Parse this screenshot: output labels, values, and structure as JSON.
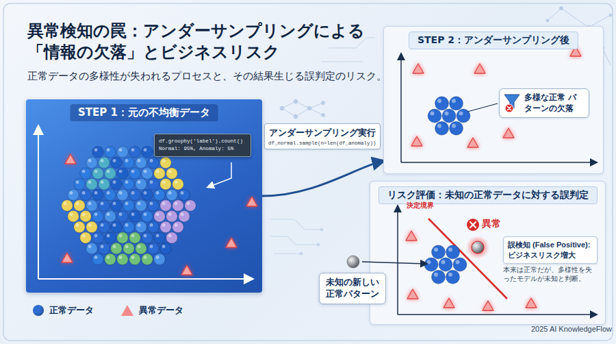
{
  "diagram": {
    "title": "異常検知の罠：アンダーサンプリングによる 「情報の欠落」とビジネスリスク",
    "caption": "正常データの多様性が失われるプロセスと、その結果生じる誤判定のリスク。",
    "nodes": [
      {
        "text": [
          "STEP 1：元の不均衡データ"
        ]
      },
      {
        "text": [
          "df.groupby('label').count() Normal: 95%, Anomaly: 5%"
        ],
        "in": 0
      },
      {
        "text": [
          "アンダーサンプリング実行",
          "df_normal.sample(n=len(df_anomaly))"
        ]
      },
      {
        "text": [
          "STEP 2：アンダーサンプリング後"
        ]
      },
      {
        "text": [
          "多様な正常 パターンの欠落"
        ],
        "in": 3
      },
      {
        "text": [
          "リスク評価：未知の正常データに対する誤判定"
        ]
      },
      {
        "text": [
          "誤検知 (False Positive): ビジネスリスク増大",
          "本来は正常だが、多様性を失ったモデルが未知と判断。"
        ],
        "in": 5
      },
      {
        "text": [
          "未知の新しい 正常パターン"
        ]
      }
    ],
    "edges": [
      {
        "from": 0,
        "to": 3,
        "arrow": "to"
      }
    ],
    "labels": [
      "決定境界",
      "異常",
      "2025 AI KnowledgeFlow"
    ],
    "legend": [
      {
        "text": "正常データ",
        "color": "#2f6fd3"
      },
      {
        "text": "異常データ",
        "color": "#f08a8a"
      }
    ]
  }
}
